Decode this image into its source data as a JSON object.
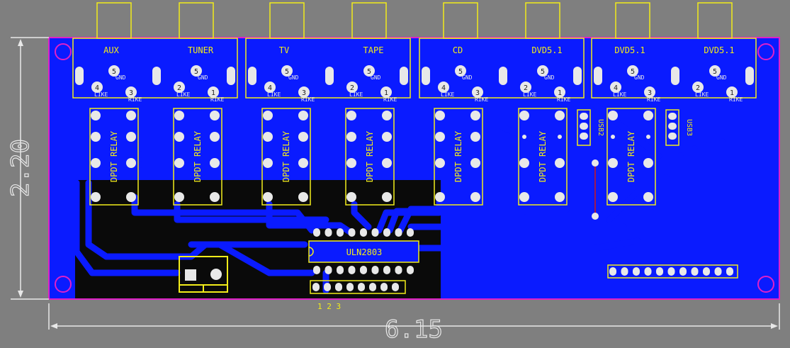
{
  "dimensions": {
    "height": "2.20",
    "width": "6.15"
  },
  "colors": {
    "background": "#7f7f7f",
    "board": "#0a0a0a",
    "copper": "#0a1bff",
    "silk": "#f2ec1a",
    "outline": "#e020c8",
    "pad": "#e8e8e8",
    "dimension": "#e8e8e8"
  },
  "connector_blocks": [
    {
      "left": "AUX",
      "right": "TUNER"
    },
    {
      "left": "TV",
      "right": "TAPE"
    },
    {
      "left": "CD",
      "right": "DVD5.1"
    },
    {
      "left": "DVD5.1",
      "right": "DVD5.1"
    }
  ],
  "jack_pin_labels": {
    "left": {
      "top": "5",
      "top_sub": "GND",
      "a": "4",
      "a_sub": "LIKE",
      "b": "3",
      "b_sub": "RIKE"
    },
    "right": {
      "top": "5",
      "top_sub": "GND",
      "a": "2",
      "a_sub": "LIKE",
      "b": "1",
      "b_sub": "RIKE"
    }
  },
  "relay_label": "DPDT RELAY",
  "usb_labels": [
    "USB2",
    "USB3"
  ],
  "ic_label": "ULN2803",
  "header_label": "1 2 3"
}
